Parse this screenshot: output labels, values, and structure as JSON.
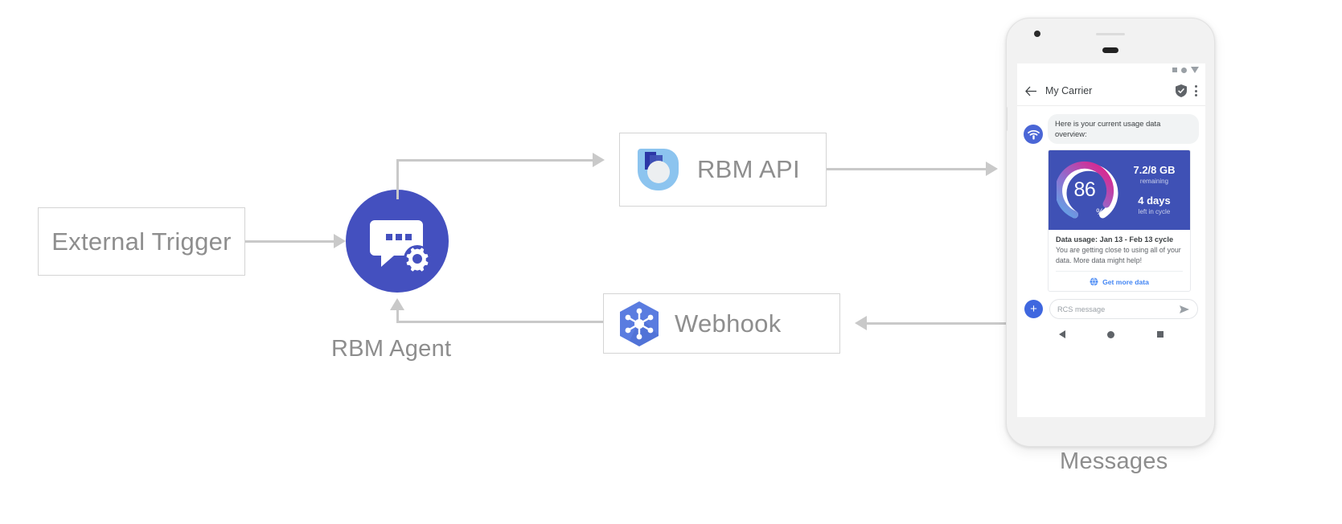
{
  "diagram": {
    "external_trigger": {
      "label": "External Trigger"
    },
    "agent": {
      "label": "RBM Agent",
      "icon": "chat-gear-icon"
    },
    "rbm_api": {
      "label": "RBM API",
      "icon": "rbm-api-droplet-icon"
    },
    "webhook": {
      "label": "Webhook",
      "icon": "cloud-functions-hexagon-icon"
    },
    "device": {
      "label": "Messages"
    },
    "colors": {
      "connector": "#c9c9c9",
      "box_border": "#d4d4d4",
      "label_text": "#8e8e8e",
      "agent_blue": "#4450bf",
      "webhook_blue": "#5a7ce0",
      "api_light_blue": "#8cc4ef",
      "api_dark_blue": "#2b36a6"
    }
  },
  "phone": {
    "statusbar": {
      "icons": [
        "square-icon",
        "circle-icon",
        "triangle-down-icon"
      ]
    },
    "appbar": {
      "back_icon": "back-arrow-icon",
      "title": "My Carrier",
      "verified_icon": "shield-check-icon",
      "menu_icon": "overflow-menu-icon"
    },
    "conversation": {
      "avatar_icon": "rcs-agent-wifi-icon",
      "incoming_message": "Here is your current usage data overview:",
      "card": {
        "gauge": {
          "value": "86",
          "unit": "%",
          "percent": 86
        },
        "data_amount": "7.2/8 GB",
        "data_caption": "remaining",
        "days_amount": "4 days",
        "days_caption": "left in cycle",
        "title": "Data usage: Jan 13 - Feb 13 cycle",
        "body": "You are getting close to using all of your data. More data might help!",
        "action_icon": "globe-icon",
        "action_label": "Get more data",
        "hero_bg": "#3f51b5",
        "action_color": "#4285f4"
      }
    },
    "composer": {
      "add_icon": "plus-icon",
      "placeholder": "RCS message",
      "send_icon": "send-icon"
    },
    "navbar": {
      "icons": [
        "back-triangle-icon",
        "home-circle-icon",
        "recents-square-icon"
      ]
    }
  }
}
